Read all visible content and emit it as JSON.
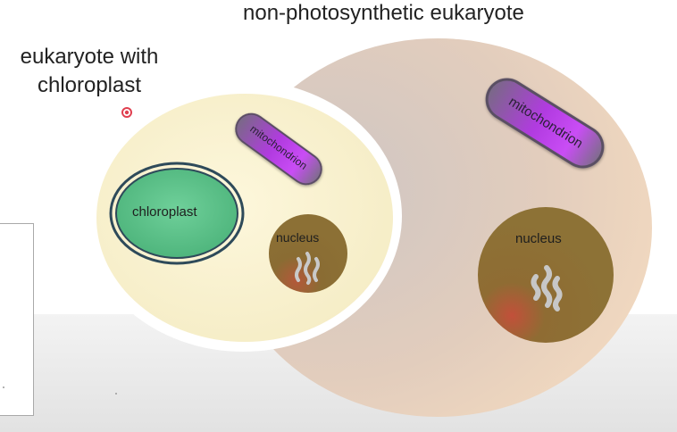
{
  "labels": {
    "non_photosynthetic": "non-photosynthetic eukaryote",
    "eukaryote_with_line1": "eukaryote with",
    "eukaryote_with_line2": "chloroplast",
    "chloroplast": "chloroplast",
    "mito_small": "mitochondrion",
    "mito_large": "mitochondrion",
    "nucleus_small": "nucleus",
    "nucleus_large": "nucleus"
  },
  "colors": {
    "large_cell_fill": "#e8d2c0",
    "small_cell_fill": "#fbf3d2",
    "chloroplast_fill": "#5ec48a",
    "chloroplast_border": "#2e4a5a",
    "mitochondrion_fill": "#8a6e95",
    "mitochondrion_glow": "#c13ff0",
    "nucleus_fill": "#8c6f33",
    "chromosome": "#c7c7c7"
  },
  "icons": {
    "cursor_marker": "red-dot-icon"
  }
}
